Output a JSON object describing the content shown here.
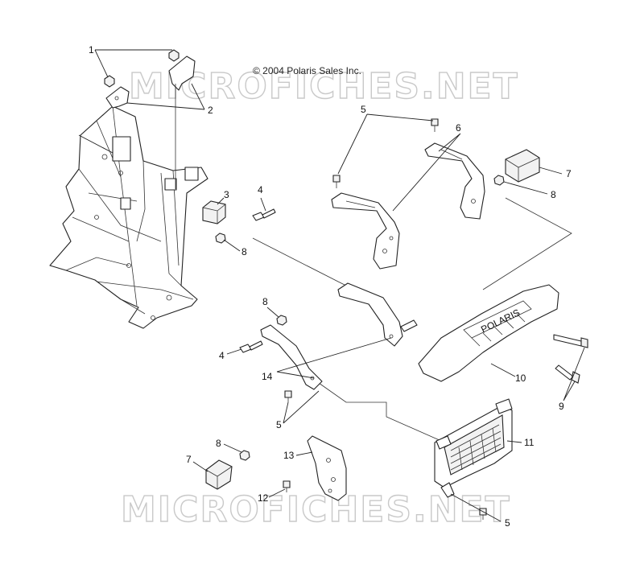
{
  "diagram": {
    "copyright": "© 2004 Polaris Sales Inc.",
    "watermark": "MICROFICHES.NET",
    "grille_brand": "POLARIS",
    "callouts": {
      "c1": "1",
      "c2": "2",
      "c3": "3",
      "c4a": "4",
      "c4b": "4",
      "c5a": "5",
      "c5b": "5",
      "c5c": "5",
      "c6": "6",
      "c7a": "7",
      "c7b": "7",
      "c8a": "8",
      "c8b": "8",
      "c8c": "8",
      "c8d": "8",
      "c9": "9",
      "c10": "10",
      "c11": "11",
      "c12": "12",
      "c13": "13",
      "c14": "14"
    }
  }
}
